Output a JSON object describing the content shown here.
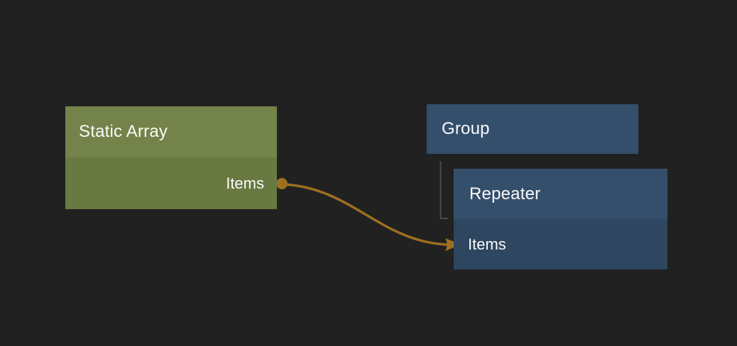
{
  "canvas": {
    "background_color": "#212121",
    "text_color": "#FAFAFA"
  },
  "nodes": {
    "static_array": {
      "title": "Static Array",
      "header_color": "#748349",
      "body_color": "#697942",
      "output_port": "Items"
    },
    "group": {
      "title": "Group",
      "header_color": "#344F6B"
    },
    "repeater": {
      "title": "Repeater",
      "header_color": "#344F6B",
      "body_color": "#2E465F",
      "input_port": "Items"
    }
  },
  "wire": {
    "from_node": "Static Array",
    "from_port": "Items",
    "to_node": "Repeater",
    "to_port": "Items",
    "color": "#9E6F20"
  },
  "tree_line_color": "#4A4A4A"
}
